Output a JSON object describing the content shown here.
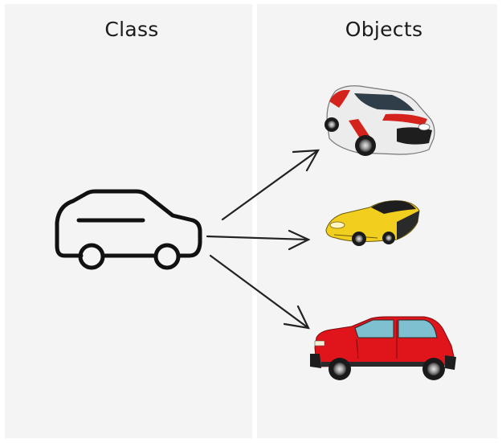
{
  "left_panel": {
    "heading": "Class",
    "icon": "car-outline-icon"
  },
  "right_panel": {
    "heading": "Objects",
    "objects": [
      {
        "name": "rally-car",
        "icon": "rally-car-icon",
        "color": "#e8e8e8",
        "accent": "#d4231d"
      },
      {
        "name": "sports-car",
        "icon": "sports-car-icon",
        "color": "#f2cf1f",
        "accent": "#1e1e1e"
      },
      {
        "name": "hatchback",
        "icon": "hatchback-icon",
        "color": "#e0141b",
        "accent": "#2b2b2b"
      }
    ]
  },
  "colors": {
    "panel_bg": "#f4f4f4",
    "stroke": "#111111",
    "arrow": "#222222"
  }
}
